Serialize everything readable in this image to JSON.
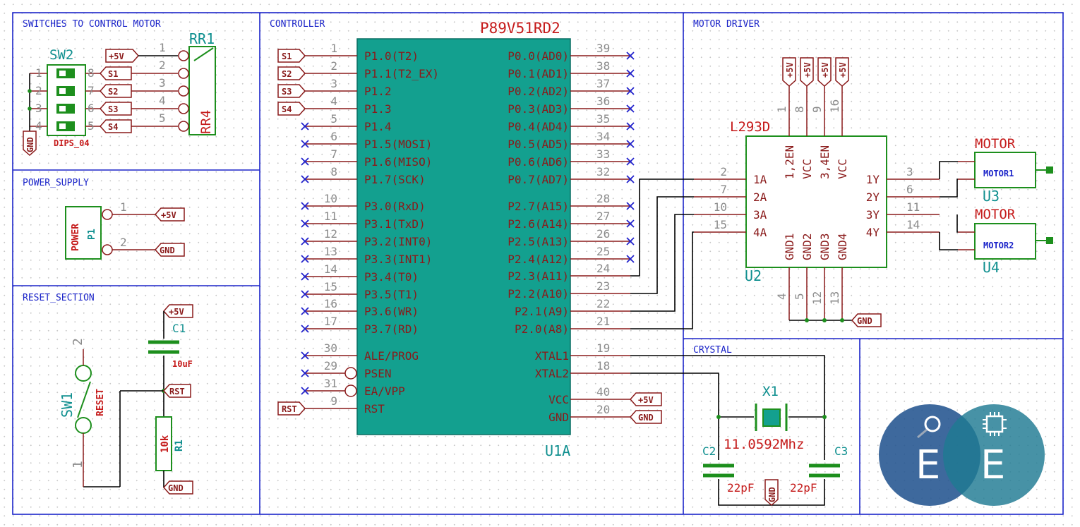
{
  "sections": {
    "switches": "SWITCHES TO CONTROL MOTOR",
    "power": "POWER_SUPPLY",
    "reset": "RESET_SECTION",
    "controller": "CONTROLLER",
    "motor_driver": "MOTOR DRIVER",
    "crystal": "CRYSTAL"
  },
  "mcu": {
    "part": "P89V51RD2",
    "ref": "U1A",
    "left_pins": [
      {
        "num": "1",
        "name": "P1.0(T2)",
        "net": "S1"
      },
      {
        "num": "2",
        "name": "P1.1(T2_EX)",
        "net": "S2"
      },
      {
        "num": "3",
        "name": "P1.2",
        "net": "S3"
      },
      {
        "num": "4",
        "name": "P1.3",
        "net": "S4"
      },
      {
        "num": "5",
        "name": "P1.4",
        "net": ""
      },
      {
        "num": "6",
        "name": "P1.5(MOSI)",
        "net": ""
      },
      {
        "num": "7",
        "name": "P1.6(MISO)",
        "net": ""
      },
      {
        "num": "8",
        "name": "P1.7(SCK)",
        "net": ""
      },
      {
        "num": "10",
        "name": "P3.0(RxD)",
        "net": ""
      },
      {
        "num": "11",
        "name": "P3.1(TxD)",
        "net": ""
      },
      {
        "num": "12",
        "name": "P3.2(INT0)",
        "net": ""
      },
      {
        "num": "13",
        "name": "P3.3(INT1)",
        "net": ""
      },
      {
        "num": "14",
        "name": "P3.4(T0)",
        "net": ""
      },
      {
        "num": "15",
        "name": "P3.5(T1)",
        "net": ""
      },
      {
        "num": "16",
        "name": "P3.6(WR)",
        "net": ""
      },
      {
        "num": "17",
        "name": "P3.7(RD)",
        "net": ""
      },
      {
        "num": "30",
        "name": "ALE/PROG",
        "net": ""
      },
      {
        "num": "29",
        "name": "PSEN",
        "net": ""
      },
      {
        "num": "31",
        "name": "EA/VPP",
        "net": ""
      },
      {
        "num": "9",
        "name": "RST",
        "net": "RST"
      }
    ],
    "right_pins": [
      {
        "num": "39",
        "name": "P0.0(AD0)"
      },
      {
        "num": "38",
        "name": "P0.1(AD1)"
      },
      {
        "num": "37",
        "name": "P0.2(AD2)"
      },
      {
        "num": "36",
        "name": "P0.3(AD3)"
      },
      {
        "num": "35",
        "name": "P0.4(AD4)"
      },
      {
        "num": "34",
        "name": "P0.5(AD5)"
      },
      {
        "num": "33",
        "name": "P0.6(AD6)"
      },
      {
        "num": "32",
        "name": "P0.7(AD7)"
      },
      {
        "num": "28",
        "name": "P2.7(A15)"
      },
      {
        "num": "27",
        "name": "P2.6(A14)"
      },
      {
        "num": "26",
        "name": "P2.5(A13)"
      },
      {
        "num": "25",
        "name": "P2.4(A12)"
      },
      {
        "num": "24",
        "name": "P2.3(A11)"
      },
      {
        "num": "23",
        "name": "P2.2(A10)"
      },
      {
        "num": "22",
        "name": "P2.1(A9)"
      },
      {
        "num": "21",
        "name": "P2.0(A8)"
      },
      {
        "num": "19",
        "name": "XTAL1"
      },
      {
        "num": "18",
        "name": "XTAL2"
      },
      {
        "num": "40",
        "name": "VCC",
        "net": "+5V"
      },
      {
        "num": "20",
        "name": "GND",
        "net": "GND"
      }
    ]
  },
  "switches": {
    "sw_ref": "SW2",
    "sw_value": "DIPS_04",
    "rr_ref": "RR1",
    "rr_value": "RR4",
    "left_pins": [
      "1",
      "2",
      "3",
      "4"
    ],
    "right_pins": [
      "8",
      "7",
      "6",
      "5"
    ],
    "nets": [
      "S1",
      "S2",
      "S3",
      "S4"
    ],
    "rr_pins": [
      "1",
      "2",
      "3",
      "4",
      "5"
    ],
    "vcc": "+5V",
    "gnd": "GND"
  },
  "power": {
    "label": "POWER",
    "ref": "P1",
    "pins": [
      "1",
      "2"
    ],
    "nets": [
      "+5V",
      "GND"
    ]
  },
  "reset": {
    "cap_ref": "C1",
    "cap_value": "10uF",
    "res_ref": "R1",
    "res_value": "10k",
    "sw_ref": "SW1",
    "sw_value": "RESET",
    "sw_pins": [
      "2",
      "1"
    ],
    "nets": [
      "+5V",
      "RST",
      "GND"
    ]
  },
  "driver": {
    "part": "L293D",
    "ref": "U2",
    "top_pins": [
      {
        "num": "1",
        "name": "1,2EN"
      },
      {
        "num": "8",
        "name": "VCC"
      },
      {
        "num": "9",
        "name": "3,4EN"
      },
      {
        "num": "16",
        "name": "VCC"
      }
    ],
    "top_net": "+5V",
    "left_pins": [
      {
        "num": "2",
        "name": "1A"
      },
      {
        "num": "7",
        "name": "2A"
      },
      {
        "num": "10",
        "name": "3A"
      },
      {
        "num": "15",
        "name": "4A"
      }
    ],
    "right_pins": [
      {
        "num": "3",
        "name": "1Y"
      },
      {
        "num": "6",
        "name": "2Y"
      },
      {
        "num": "11",
        "name": "3Y"
      },
      {
        "num": "14",
        "name": "4Y"
      }
    ],
    "bottom_pins": [
      {
        "num": "4",
        "name": "GND1"
      },
      {
        "num": "5",
        "name": "GND2"
      },
      {
        "num": "12",
        "name": "GND3"
      },
      {
        "num": "13",
        "name": "GND4"
      }
    ],
    "gnd_net": "GND"
  },
  "motors": [
    {
      "value": "MOTOR",
      "name": "MOTOR1",
      "ref": "U3"
    },
    {
      "value": "MOTOR",
      "name": "MOTOR2",
      "ref": "U4"
    }
  ],
  "crystal": {
    "ref": "X1",
    "value": "11.0592Mhz",
    "c2_ref": "C2",
    "c2_value": "22pF",
    "c3_ref": "C3",
    "c3_value": "22pF",
    "gnd": "GND"
  },
  "logo": {
    "letter1": "E",
    "letter2": "E"
  },
  "colors": {
    "wire": "#000000",
    "component": "#1d8f1d",
    "mcu_fill": "#13a08f",
    "label": "#8a1a1a",
    "border": "#1b24c9",
    "refdes": "#0f8f8f",
    "value": "#c51b1b"
  }
}
